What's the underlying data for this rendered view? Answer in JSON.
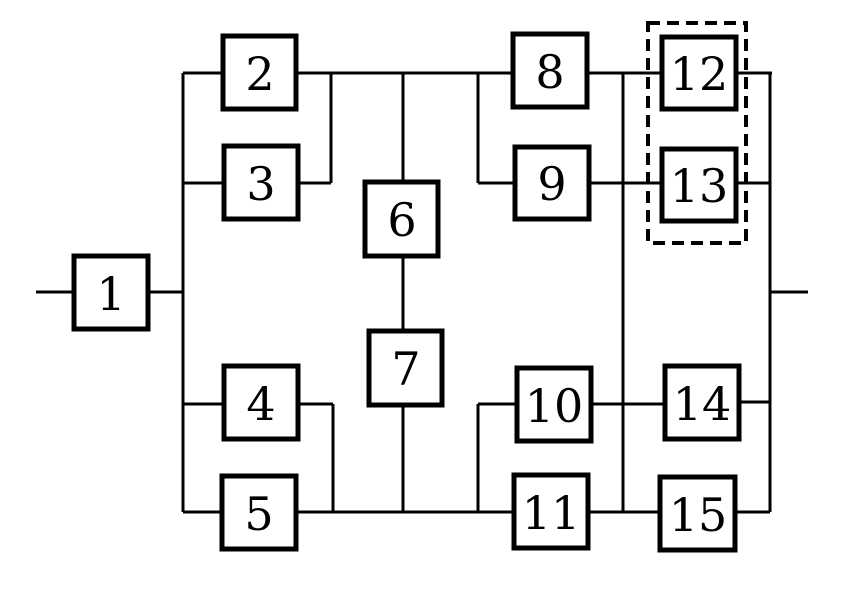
{
  "diagram": {
    "blocks": [
      {
        "id": "b1",
        "label": "1"
      },
      {
        "id": "b2",
        "label": "2"
      },
      {
        "id": "b3",
        "label": "3"
      },
      {
        "id": "b4",
        "label": "4"
      },
      {
        "id": "b5",
        "label": "5"
      },
      {
        "id": "b6",
        "label": "6"
      },
      {
        "id": "b7",
        "label": "7"
      },
      {
        "id": "b8",
        "label": "8"
      },
      {
        "id": "b9",
        "label": "9"
      },
      {
        "id": "b10",
        "label": "10"
      },
      {
        "id": "b11",
        "label": "11"
      },
      {
        "id": "b12",
        "label": "12"
      },
      {
        "id": "b13",
        "label": "13"
      },
      {
        "id": "b14",
        "label": "14"
      },
      {
        "id": "b15",
        "label": "15"
      }
    ]
  }
}
